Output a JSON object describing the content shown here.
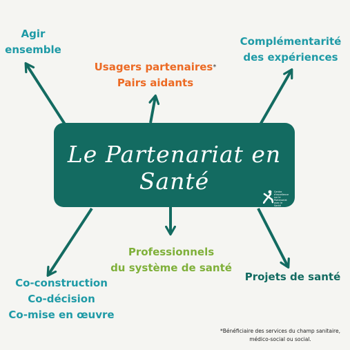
{
  "center": {
    "title": "Le Partenariat en Santé",
    "logo_text": [
      "Centre",
      "d'excellence sur le",
      "Partenariat avec le",
      "Santé"
    ]
  },
  "nodes": {
    "agir": [
      "Agir",
      "ensemble"
    ],
    "complementarite": [
      "Complémentarité",
      "des expériences"
    ],
    "usagers": [
      "Usagers partenaires",
      "Pairs aidants"
    ],
    "usagers_mark": "*",
    "professionnels": [
      "Professionnels",
      "du système de santé"
    ],
    "coconstruction": [
      "Co-construction",
      "Co-décision",
      "Co-mise en œuvre"
    ],
    "projets": "Projets de santé"
  },
  "footnote": "*Bénéficiaire des services du champ sanitaire, médico-social ou social.",
  "colors": {
    "background": "#f5f5f2",
    "box": "#136b61",
    "arrow": "#136b61",
    "teal_text": "#1e9aa6",
    "orange_text": "#ec6a24",
    "green_text": "#7fb03a",
    "dark_text": "#136b61"
  }
}
